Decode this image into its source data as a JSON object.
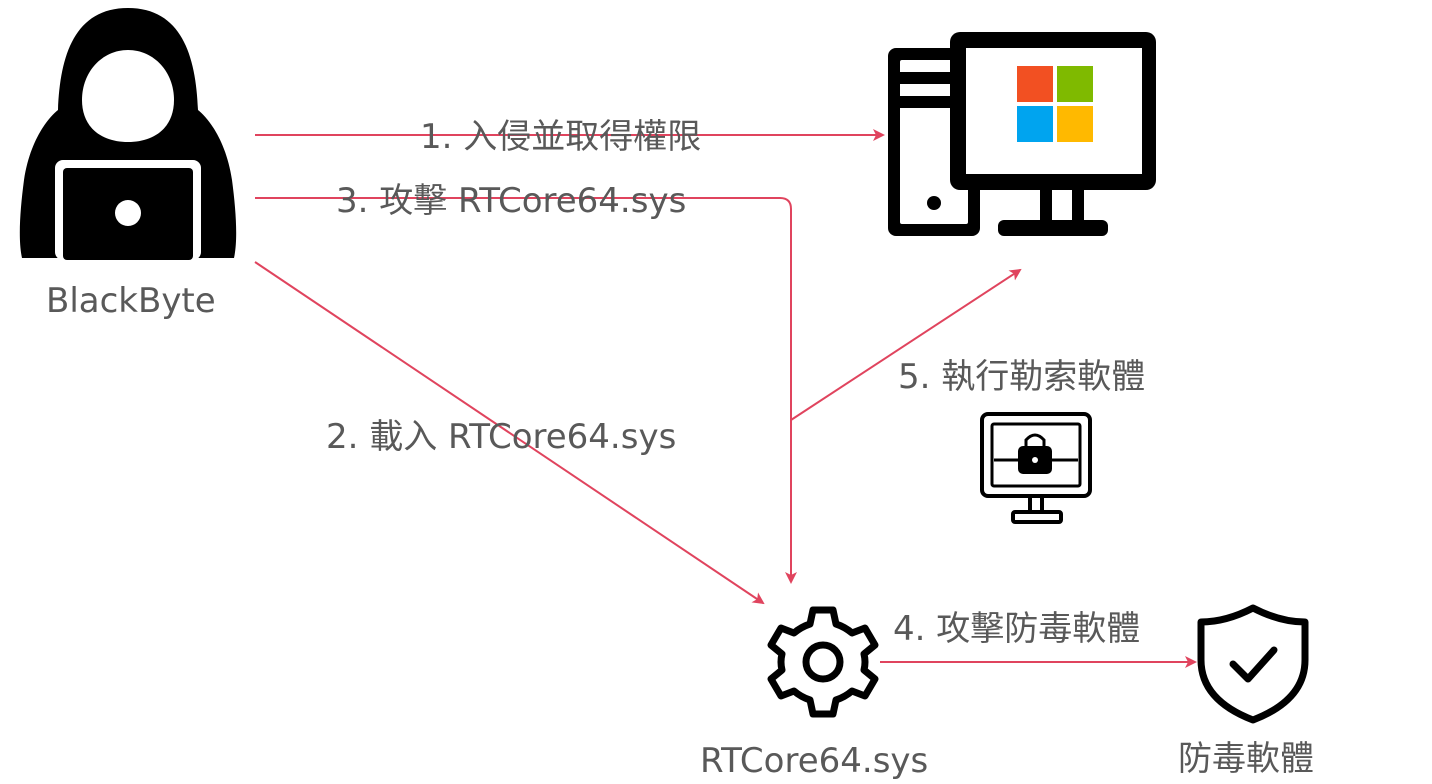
{
  "nodes": {
    "attacker": {
      "label": "BlackByte",
      "icon": "hooded-hacker-icon"
    },
    "computer": {
      "icon": "windows-desktop-computer-icon"
    },
    "ransomware": {
      "icon": "locked-monitor-icon"
    },
    "driver": {
      "label": "RTCore64.sys",
      "icon": "gear-icon"
    },
    "antivirus": {
      "label": "防毒軟體",
      "icon": "shield-check-icon"
    }
  },
  "edges": {
    "step1": "1. 入侵並取得權限",
    "step2": "2. 載入 RTCore64.sys",
    "step3": "3. 攻擊 RTCore64.sys",
    "step4": "4. 攻擊防毒軟體",
    "step5": "5. 執行勒索軟體"
  },
  "colors": {
    "arrow": "#e0445e",
    "text": "#595959",
    "icon": "#000000",
    "windows_red": "#f25022",
    "windows_green": "#7fba00",
    "windows_blue": "#00a4ef",
    "windows_yellow": "#ffb900"
  }
}
